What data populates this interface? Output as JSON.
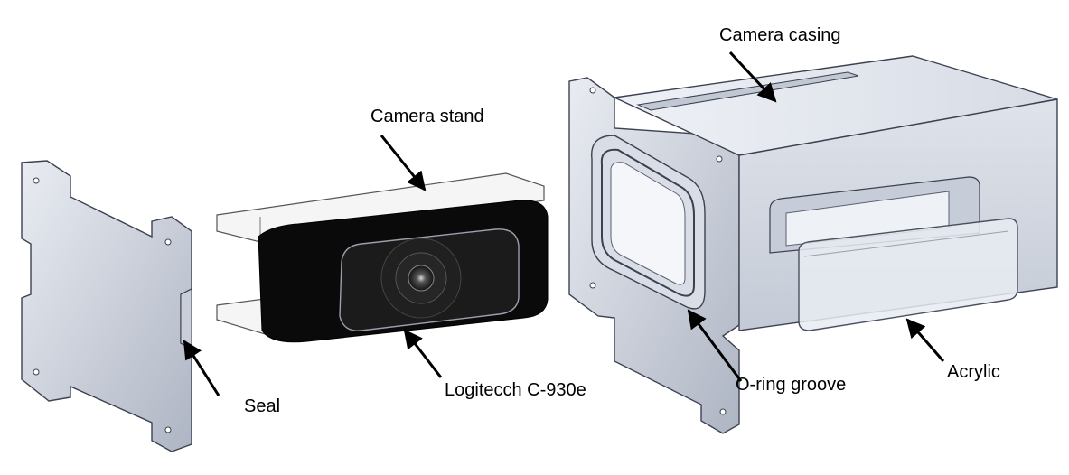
{
  "labels": {
    "camera_casing": "Camera casing",
    "camera_stand": "Camera stand",
    "seal": "Seal",
    "webcam": "Logitecch C-930e",
    "oring_groove": "O-ring groove",
    "acrylic": "Acrylic"
  },
  "colors": {
    "metal_light": "#dfe3ea",
    "metal_mid": "#b9bfcb",
    "metal_dark": "#8a92a3",
    "outline": "#3c4150",
    "stand_fill": "#f3f3f3",
    "camera_body": "#0a0a0a",
    "camera_face": "#1a1a1a",
    "arrow": "#000000"
  }
}
